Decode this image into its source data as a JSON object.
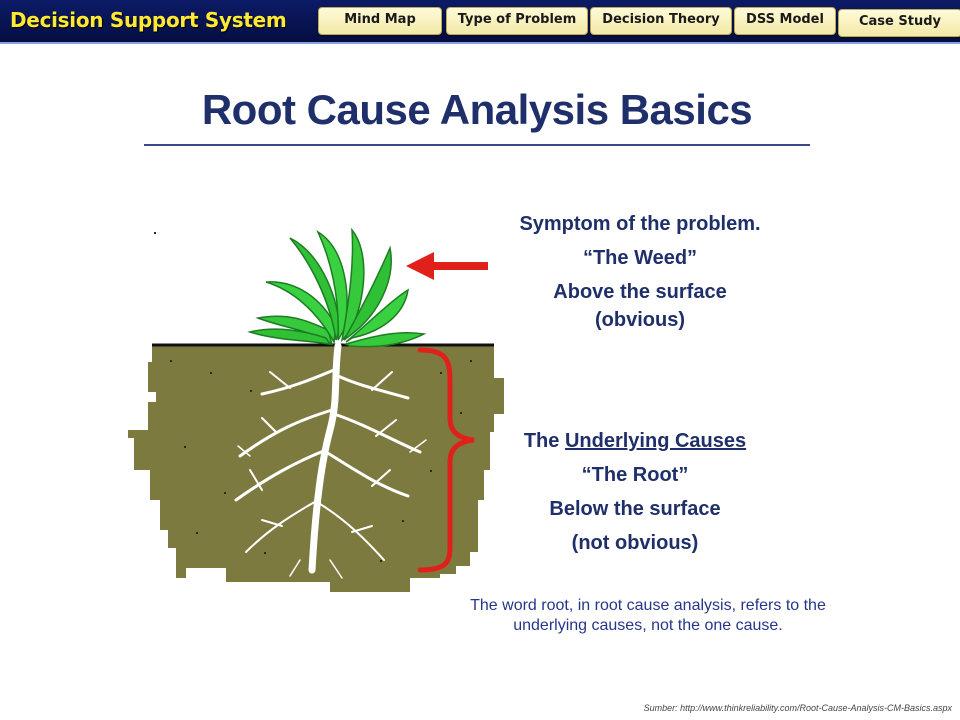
{
  "app": {
    "title": "Decision Support System"
  },
  "nav": [
    {
      "label": "Mind Map"
    },
    {
      "label": "Type of Problem"
    },
    {
      "label": "Decision Theory"
    },
    {
      "label": "DSS Model"
    },
    {
      "label": "Case Study"
    }
  ],
  "slide": {
    "title": "Root Cause Analysis Basics",
    "symptom": {
      "line1": "Symptom of the problem.",
      "line2": "“The Weed”",
      "line3": "Above the surface",
      "line4": "(obvious)"
    },
    "cause": {
      "line1_prefix": "The ",
      "line1_underlined": "Underlying Causes",
      "line2": "“The Root”",
      "line3": "Below the surface",
      "line4": "(not obvious)"
    },
    "note": "The word root, in root cause analysis, refers to the underlying causes, not the one cause.",
    "source": "Sumber: http://www.thinkreliability.com/Root-Cause-Analysis-CM-Basics.aspx"
  },
  "colors": {
    "title_text": "#1f2f6a",
    "app_title": "#ffe933",
    "nav_bar": "#0c1b66",
    "soil": "#7d7a40",
    "weed": "#36c93c",
    "arrow": "#e0201a",
    "root": "#ffffff"
  },
  "icons": [
    "weed-illustration",
    "root-illustration",
    "red-arrow-left",
    "red-brace"
  ]
}
